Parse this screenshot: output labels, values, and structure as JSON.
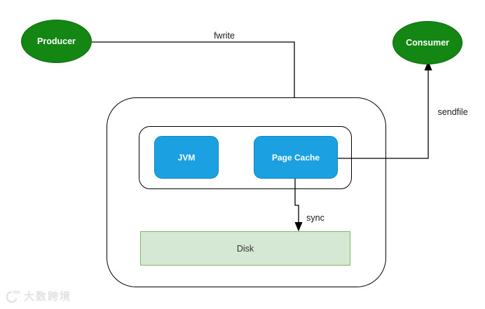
{
  "diagram": {
    "nodes": {
      "producer": {
        "label": "Producer",
        "shape": "ellipse",
        "fill": "#138613",
        "text_color": "#ffffff"
      },
      "consumer": {
        "label": "Consumer",
        "shape": "ellipse",
        "fill": "#138613",
        "text_color": "#ffffff"
      },
      "jvm": {
        "label": "JVM",
        "shape": "rounded-rect",
        "fill": "#1ba1e2",
        "text_color": "#ffffff"
      },
      "page_cache": {
        "label": "Page Cache",
        "shape": "rounded-rect",
        "fill": "#1ba1e2",
        "text_color": "#ffffff"
      },
      "disk": {
        "label": "Disk",
        "shape": "rect",
        "fill": "#d5e8d4",
        "border": "#82b366",
        "text_color": "#333333"
      }
    },
    "containers": {
      "outer_boundary": {
        "description": "large rounded rectangle enclosing inner box and disk"
      },
      "inner_boundary": {
        "description": "rounded rectangle enclosing JVM and Page Cache"
      }
    },
    "edges": {
      "fwrite": {
        "label": "fwrite",
        "from": "producer",
        "to": "outer-boundary-top",
        "arrowhead": false
      },
      "sendfile": {
        "label": "sendfile",
        "from": "page_cache",
        "to": "consumer",
        "arrowhead": true
      },
      "sync": {
        "label": "sync",
        "from": "page_cache",
        "to": "disk",
        "arrowhead": true
      }
    },
    "line_color": "#000000"
  },
  "watermark": {
    "text": "大数跨境",
    "color": "#e2e2e2"
  }
}
